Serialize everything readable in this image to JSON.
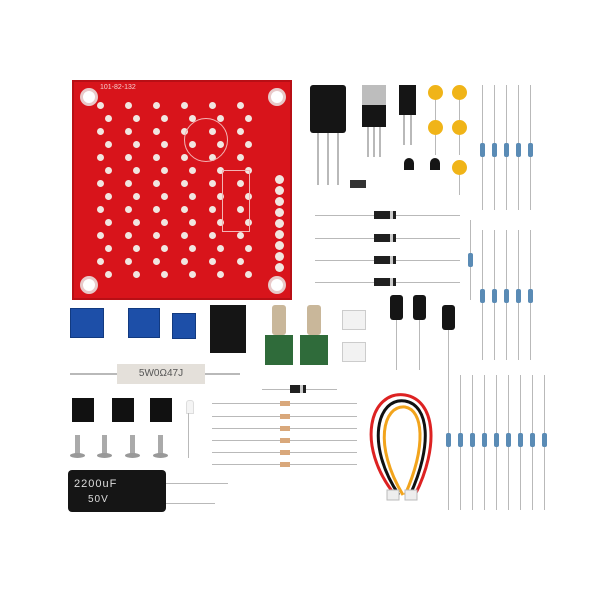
{
  "pcb": {
    "label": "101-82-132"
  },
  "power_resistor": {
    "label": "5W0Ω47J"
  },
  "main_capacitor": {
    "label_top": "2200uF",
    "label_bottom": "50V"
  },
  "colors": {
    "pcb": "#d8141b",
    "resistor_body": "#5a8bb5",
    "ceramic_cap": "#f0b418",
    "trimmer": "#1d4fa8"
  }
}
